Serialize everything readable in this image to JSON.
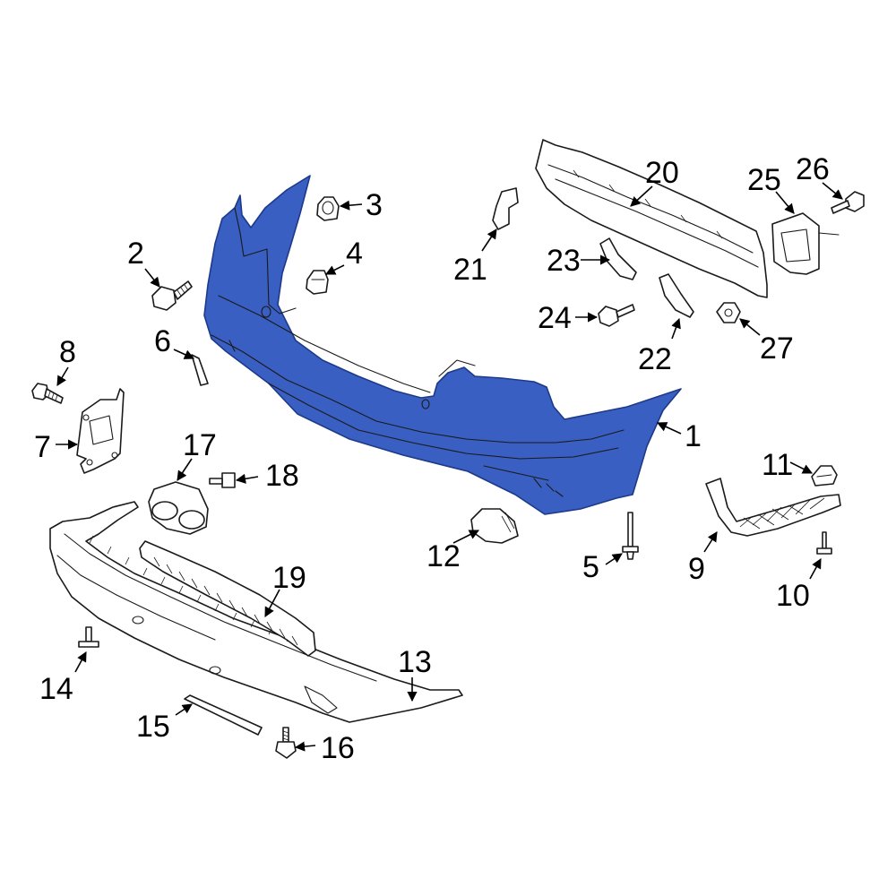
{
  "colors": {
    "highlight_fill": "#3a5fc2",
    "highlight_stroke": "#1d3a8a",
    "line": "#1a1a1a",
    "background": "#ffffff"
  },
  "callouts": {
    "c1": "1",
    "c2": "2",
    "c3": "3",
    "c4": "4",
    "c5": "5",
    "c6": "6",
    "c7": "7",
    "c8": "8",
    "c9": "9",
    "c10": "10",
    "c11": "11",
    "c12": "12",
    "c13": "13",
    "c14": "14",
    "c15": "15",
    "c16": "16",
    "c17": "17",
    "c18": "18",
    "c19": "19",
    "c20": "20",
    "c21": "21",
    "c22": "22",
    "c23": "23",
    "c24": "24",
    "c25": "25",
    "c26": "26",
    "c27": "27"
  }
}
